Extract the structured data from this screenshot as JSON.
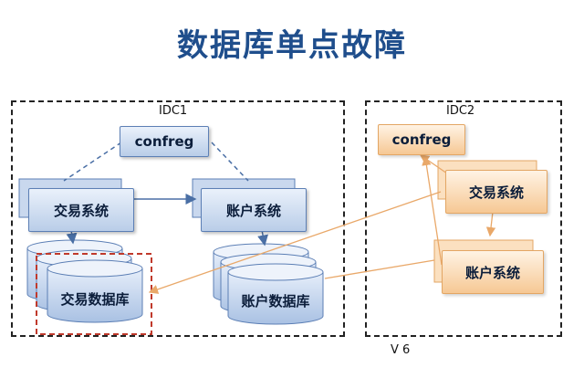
{
  "title": "数据库单点故障",
  "version": "V 6",
  "idc1": {
    "label": "IDC1",
    "confreg": "confreg",
    "trade_system": "交易系统",
    "account_system": "账户系统",
    "trade_db": "交易数据库",
    "account_db": "账户数据库"
  },
  "idc2": {
    "label": "IDC2",
    "confreg": "confreg",
    "trade_system": "交易系统",
    "account_system": "账户系统"
  },
  "colors": {
    "title": "#1f4e8c",
    "blue_node": "#b9cde8",
    "orange_node": "#f6c894",
    "orange_line": "#e9a869",
    "failure_highlight": "#c0392b"
  }
}
